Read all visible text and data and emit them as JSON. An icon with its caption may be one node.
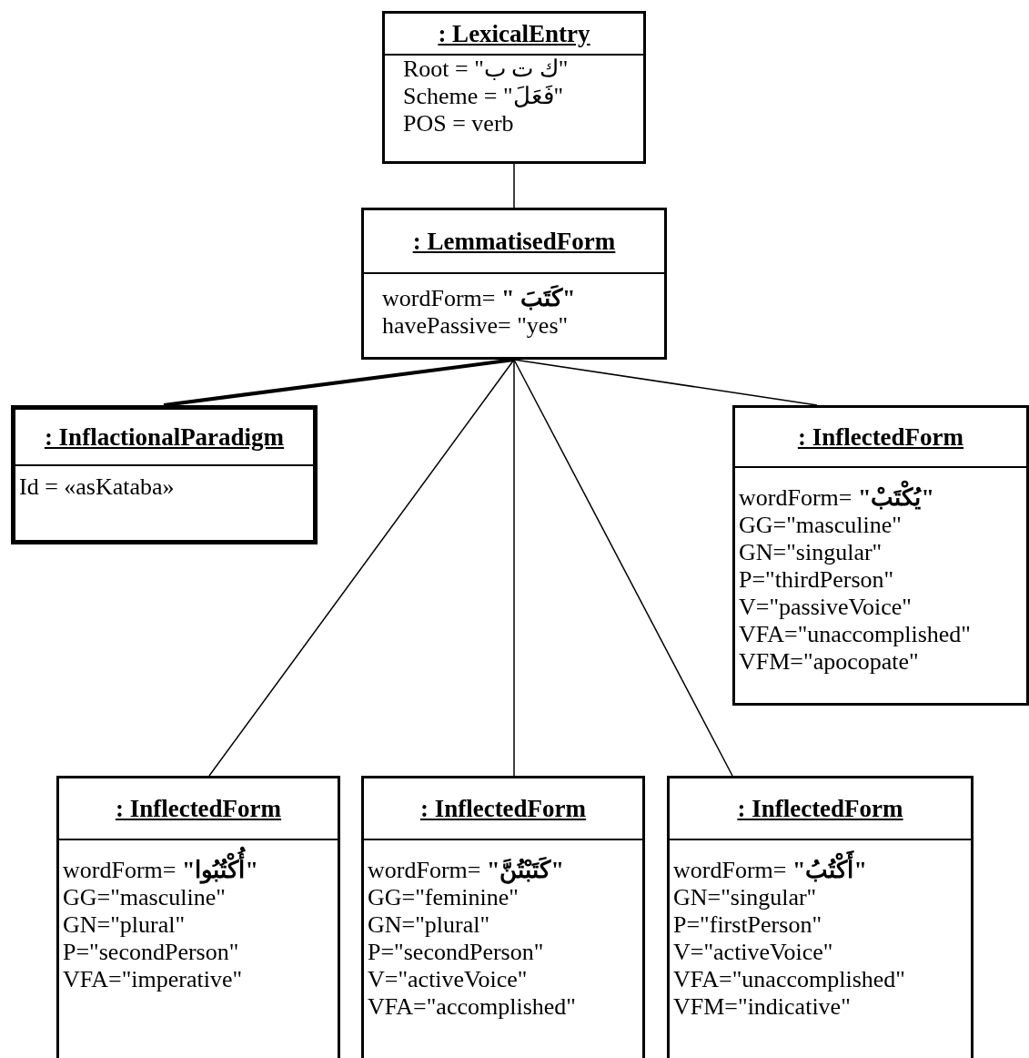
{
  "diagram": {
    "nodes": [
      {
        "text": [
          ": LexicalEntry",
          "Root = \"ك ت ب\"",
          "Scheme = \"فَعَلَ\"",
          "POS = verb"
        ]
      },
      {
        "text": [
          ": LemmatisedForm",
          "wordForm= **\" كَتَبَ\"**",
          "havePassive= \"yes\""
        ]
      },
      {
        "text": [
          ": InflactionalParadigm",
          "Id = «asKataba»"
        ]
      },
      {
        "text": [
          ": InflectedForm",
          "wordForm= **\"يُكْتَبْ\"**",
          "GG=\"masculine\"",
          "GN=\"singular\"",
          "P=\"thirdPerson\"",
          "V=\"passiveVoice\"",
          "VFA=\"unaccomplished\"",
          "VFM=\"apocopate\""
        ]
      },
      {
        "text": [
          ": InflectedForm",
          "wordForm= **\"أُكْتُبُوا\"**",
          "GG=\"masculine\"",
          "GN=\"plural\"",
          "P=\"secondPerson\"",
          "VFA=\"imperative\""
        ]
      },
      {
        "text": [
          ": InflectedForm",
          "wordForm= **\"كَتَبْتُنَّ\"**",
          "GG=\"feminine\"",
          "GN=\"plural\"",
          "P=\"secondPerson\"",
          "V=\"activeVoice\"",
          "VFA=\"accomplished\""
        ]
      },
      {
        "text": [
          ": InflectedForm",
          "wordForm= **\"أَكْتُبُ\"**",
          "GN=\"singular\"",
          "P=\"firstPerson\"",
          "V=\"activeVoice\"",
          "VFA=\"unaccomplished\"",
          "VFM=\"indicative\""
        ]
      }
    ],
    "edges": [
      {
        "from": 0,
        "to": 1,
        "arrow": "none"
      },
      {
        "from": 1,
        "to": 2,
        "arrow": "none",
        "style": "thick"
      },
      {
        "from": 1,
        "to": 3,
        "arrow": "none"
      },
      {
        "from": 1,
        "to": 4,
        "arrow": "none"
      },
      {
        "from": 1,
        "to": 5,
        "arrow": "none"
      },
      {
        "from": 1,
        "to": 6,
        "arrow": "none"
      }
    ]
  }
}
